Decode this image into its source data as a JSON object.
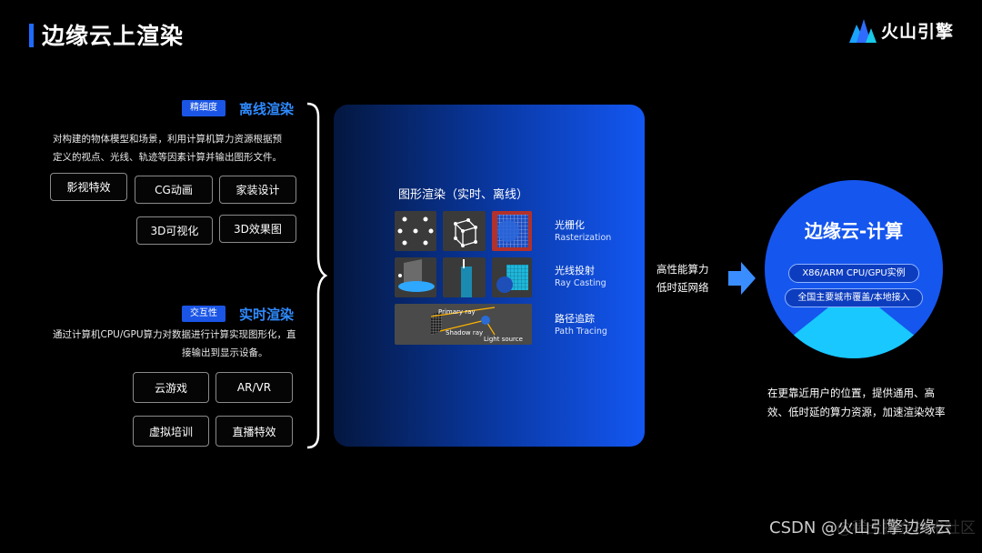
{
  "header": {
    "title": "边缘云上渲染",
    "logo_text": "火山引擎"
  },
  "offline": {
    "tag": "精细度",
    "title": "离线渲染",
    "desc_line1": "对构建的物体模型和场景，利用计算机算力资源根据预",
    "desc_line2": "定义的视点、光线、轨迹等因素计算并输出图形文件。",
    "pills": [
      "影视特效",
      "CG动画",
      "家装设计",
      "3D可视化",
      "3D效果图"
    ]
  },
  "realtime": {
    "tag": "交互性",
    "title": "实时渲染",
    "desc_line1": "通过计算机CPU/GPU算力对数据进行计算实现图形化，直",
    "desc_line2": "接输出到显示设备。",
    "pills": [
      "云游戏",
      "AR/VR",
      "虚拟培训",
      "直播特效"
    ]
  },
  "panel": {
    "title": "图形渲染（实时、离线）",
    "rows": [
      {
        "cn": "光栅化",
        "en": "Rasterization"
      },
      {
        "cn": "光线投射",
        "en": "Ray Casting"
      },
      {
        "cn": "路径追踪",
        "en": "Path Tracing"
      }
    ],
    "path_labels": {
      "primary": "Primary ray",
      "shadow": "Shadow ray",
      "light": "Light source"
    }
  },
  "middle": {
    "line1": "高性能算力",
    "line2": "低时延网络"
  },
  "edge": {
    "title": "边缘云-计算",
    "pill1": "X86/ARM CPU/GPU实例",
    "pill2": "全国主要城市覆盖/本地接入",
    "desc_line1": "在更靠近用户的位置，提供通用、高",
    "desc_line2": "效、低时延的算力资源，加速渲染效率"
  },
  "watermark": {
    "main": "CSDN @火山引擎边缘云",
    "faint": "@稀土掘金技术社区"
  },
  "colors": {
    "accent": "#1f6bff",
    "tag": "#1a55e6",
    "section_title": "#2f8bff",
    "circle": "#1556ee",
    "cone": "#19c8ff"
  }
}
